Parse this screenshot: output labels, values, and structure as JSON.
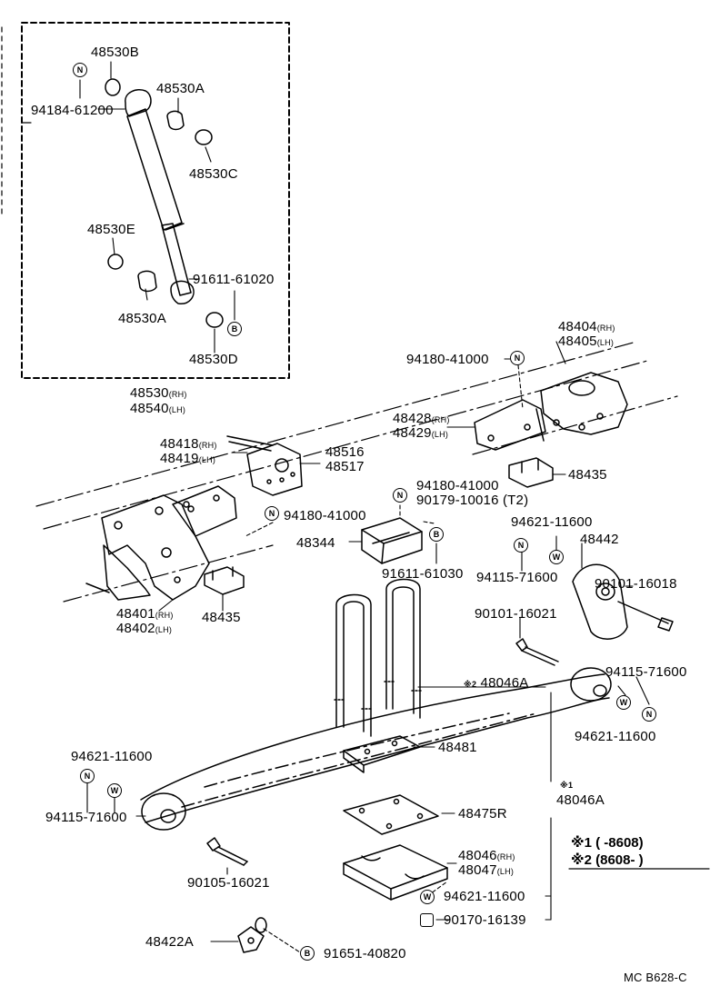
{
  "parts": {
    "p48530B": "48530B",
    "p48530A_top": "48530A",
    "p94184": "94184-61200",
    "p48530C": "48530C",
    "p48530E": "48530E",
    "p91611_61020": "91611-61020",
    "p48530A_bot": "48530A",
    "p48530D": "48530D",
    "p48530": "48530",
    "p48540": "48540",
    "p48404": "48404",
    "p48405": "48405",
    "p94180_top": "94180-41000",
    "p48428": "48428",
    "p48429": "48429",
    "p48418": "48418",
    "p48419": "48419",
    "p48516": "48516",
    "p48517": "48517",
    "p48435_right": "48435",
    "p94180_mid": "94180-41000",
    "p90179": "90179-10016 (T2)",
    "p94180_left": "94180-41000",
    "p48344": "48344",
    "p91611_61030": "91611-61030",
    "p94621_top": "94621-11600",
    "p48442": "48442",
    "p94115_top": "94115-71600",
    "p90101_16018": "90101-16018",
    "p48401": "48401",
    "p48402": "48402",
    "p48435_left": "48435",
    "p90101_16021": "90101-16021",
    "p48046A_2": "48046A",
    "p94115_right": "94115-71600",
    "p94621_right": "94621-11600",
    "p48481": "48481",
    "p94621_left": "94621-11600",
    "p94115_left": "94115-71600",
    "p48046A_1": "48046A",
    "p48475R": "48475R",
    "p48046": "48046",
    "p48047": "48047",
    "p90105": "90105-16021",
    "p94621_bot": "94621-11600",
    "p90170": "90170-16139",
    "p48422A": "48422A",
    "p91651": "91651-40820"
  },
  "side": {
    "rh": "(RH)",
    "lh": "(LH)"
  },
  "marks": {
    "ast1": "※1",
    "ast2": "※2"
  },
  "badges": {
    "n": "N",
    "w": "W",
    "b": "B"
  },
  "notes": {
    "n1_mark": "※1",
    "n1_range": "(        -8608)",
    "n2_mark": "※2",
    "n2_range": "(8608-        )"
  },
  "footer": {
    "code": "MC B628-C"
  }
}
